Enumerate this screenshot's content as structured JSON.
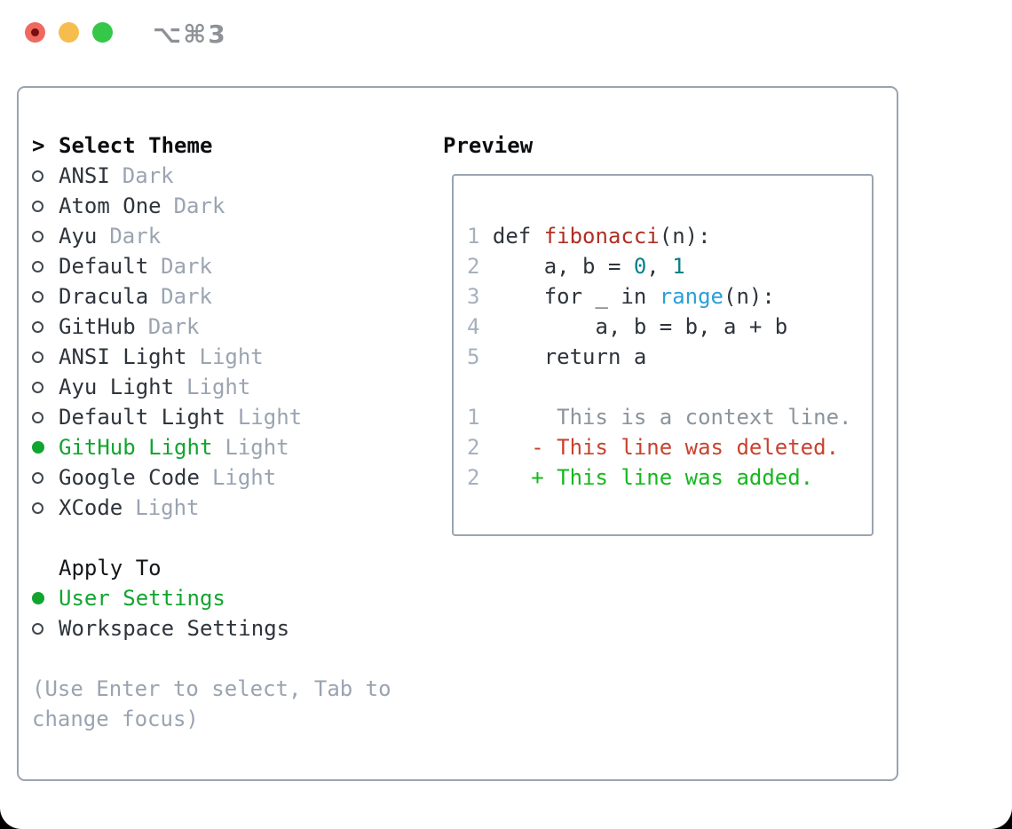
{
  "window": {
    "title": "⌥⌘3",
    "traffic_lights": [
      "close",
      "minimize",
      "zoom"
    ]
  },
  "theme_panel": {
    "header": {
      "prefix": ">",
      "label": "Select Theme"
    },
    "themes": [
      {
        "name": "ANSI",
        "variant": "Dark",
        "selected": false
      },
      {
        "name": "Atom One",
        "variant": "Dark",
        "selected": false
      },
      {
        "name": "Ayu",
        "variant": "Dark",
        "selected": false
      },
      {
        "name": "Default",
        "variant": "Dark",
        "selected": false
      },
      {
        "name": "Dracula",
        "variant": "Dark",
        "selected": false
      },
      {
        "name": "GitHub",
        "variant": "Dark",
        "selected": false
      },
      {
        "name": "ANSI Light",
        "variant": "Light",
        "selected": false
      },
      {
        "name": "Ayu Light",
        "variant": "Light",
        "selected": false
      },
      {
        "name": "Default Light",
        "variant": "Light",
        "selected": false
      },
      {
        "name": "GitHub Light",
        "variant": "Light",
        "selected": true
      },
      {
        "name": "Google Code",
        "variant": "Light",
        "selected": false
      },
      {
        "name": "XCode",
        "variant": "Light",
        "selected": false
      }
    ],
    "apply_to": {
      "label": "Apply To",
      "options": [
        {
          "name": "User Settings",
          "selected": true
        },
        {
          "name": "Workspace Settings",
          "selected": false
        }
      ]
    },
    "help_lines": [
      "(Use Enter to select, Tab to",
      "change focus)"
    ]
  },
  "preview": {
    "title": "Preview",
    "code_lines": [
      [
        {
          "t": "1",
          "c": "gutter"
        },
        {
          "t": " def ",
          "c": "plain"
        },
        {
          "t": "fibonacci",
          "c": "func"
        },
        {
          "t": "(n):",
          "c": "plain"
        }
      ],
      [
        {
          "t": "2",
          "c": "gutter"
        },
        {
          "t": "     a, b = ",
          "c": "plain"
        },
        {
          "t": "0",
          "c": "num"
        },
        {
          "t": ", ",
          "c": "plain"
        },
        {
          "t": "1",
          "c": "num"
        }
      ],
      [
        {
          "t": "3",
          "c": "gutter"
        },
        {
          "t": "     for _ in ",
          "c": "plain"
        },
        {
          "t": "range",
          "c": "builtin"
        },
        {
          "t": "(n):",
          "c": "plain"
        }
      ],
      [
        {
          "t": "4",
          "c": "gutter"
        },
        {
          "t": "         a, b = b, a + b",
          "c": "plain"
        }
      ],
      [
        {
          "t": "5",
          "c": "gutter"
        },
        {
          "t": "     return a",
          "c": "plain"
        }
      ],
      [],
      [
        {
          "t": "1",
          "c": "gutter"
        },
        {
          "t": "      This is a context line.",
          "c": "context"
        }
      ],
      [
        {
          "t": "2",
          "c": "gutter"
        },
        {
          "t": "    ",
          "c": "plain"
        },
        {
          "t": "- This line was deleted.",
          "c": "del"
        }
      ],
      [
        {
          "t": "2",
          "c": "gutter"
        },
        {
          "t": "    ",
          "c": "plain"
        },
        {
          "t": "+ This line was added.",
          "c": "add"
        }
      ]
    ]
  },
  "colors": {
    "close": "#ee6a5f",
    "close_dot": "#7a0c10",
    "minimize": "#f6bd4e",
    "zoom_btn": "#35c748",
    "accent_green": "#11a52f",
    "added": "#16b71f",
    "deleted": "#c8422e",
    "function_red": "#b02e22",
    "number_teal": "#0a7f87",
    "builtin_blue": "#2b9fd8",
    "muted": "#9aa4b1",
    "border": "#9aa4b1",
    "text": "#2e343b"
  }
}
